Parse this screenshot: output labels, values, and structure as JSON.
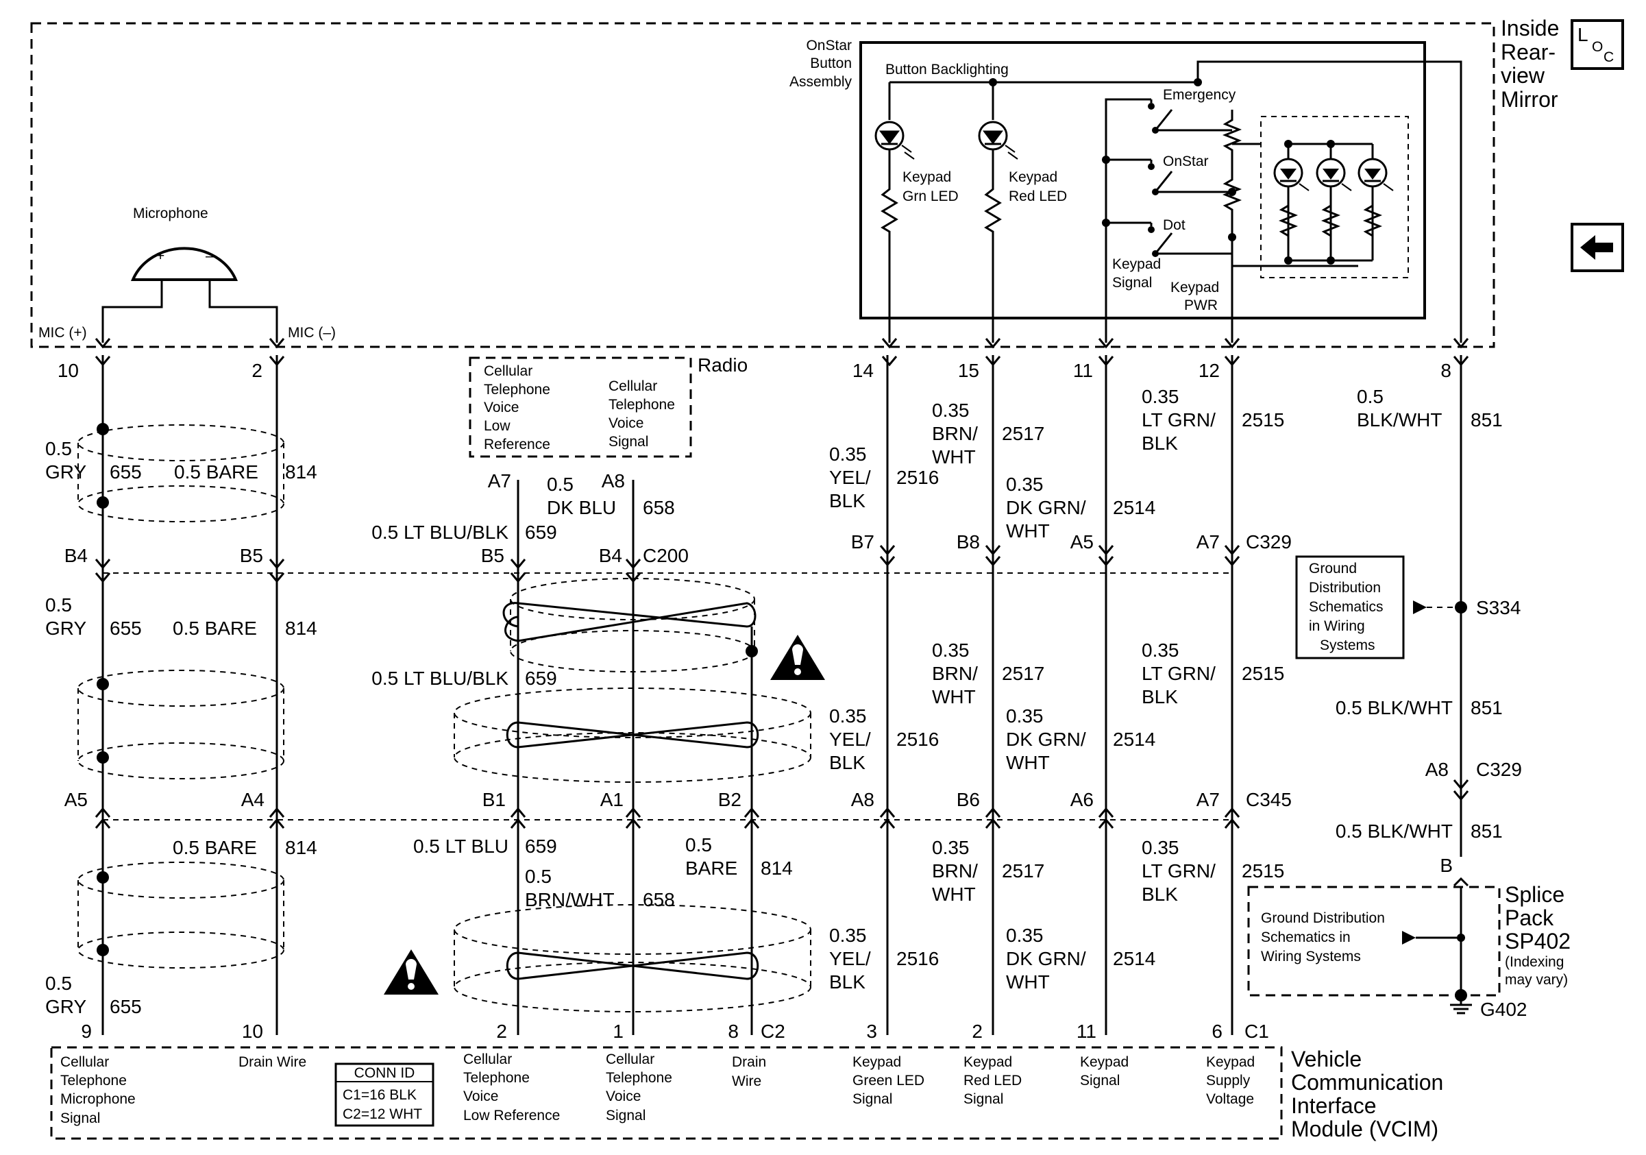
{
  "title_mirror": [
    "Inside",
    "Rear-",
    "view",
    "Mirror"
  ],
  "loc_icon": {
    "letters": [
      "L",
      "O",
      "C"
    ]
  },
  "back_icon": "arrow-left-icon",
  "mirror": {
    "onstar_assembly": [
      "OnStar",
      "Button",
      "Assembly"
    ],
    "button_backlighting": "Button Backlighting",
    "led_grn": [
      "Keypad",
      "Grn LED"
    ],
    "led_red": [
      "Keypad",
      "Red LED"
    ],
    "sw_emergency": "Emergency",
    "sw_onstar": "OnStar",
    "sw_dot": "Dot",
    "keypad_signal": [
      "Keypad",
      "Signal"
    ],
    "keypad_pwr": [
      "Keypad",
      "PWR"
    ]
  },
  "microphone": {
    "label": "Microphone",
    "plus": "+",
    "minus": "–",
    "mic_pos": "MIC (+)",
    "mic_neg": "MIC (–)"
  },
  "radio": {
    "label": "Radio",
    "left": [
      "Cellular",
      "Telephone",
      "Voice",
      "Low",
      "Reference"
    ],
    "right": [
      "Cellular",
      "Telephone",
      "Voice",
      "Signal"
    ]
  },
  "ground_dist_box": [
    "Ground",
    "Distribution",
    "Schematics",
    "in Wiring",
    "Systems"
  ],
  "splice": {
    "title": [
      "Splice",
      "Pack",
      "SP402"
    ],
    "note": [
      "(Indexing",
      "may vary)"
    ],
    "box": [
      "Ground Distribution",
      "Schematics in",
      "Wiring Systems"
    ],
    "ground": "G402"
  },
  "s334": "S334",
  "vcim": {
    "title": [
      "Vehicle",
      "Communication",
      "Interface",
      "Module (VCIM)"
    ],
    "conn_id": {
      "title": "CONN ID",
      "c1": "C1=16 BLK",
      "c2": "C2=12 WHT"
    },
    "labels": {
      "mic_signal": [
        "Cellular",
        "Telephone",
        "Microphone",
        "Signal"
      ],
      "drain1": [
        "Drain Wire"
      ],
      "voice_low": [
        "Cellular",
        "Telephone",
        "Voice",
        "Low Reference"
      ],
      "voice_sig": [
        "Cellular",
        "Telephone",
        "Voice",
        "Signal"
      ],
      "drain2": [
        "Drain",
        "Wire"
      ],
      "green_led": [
        "Keypad",
        "Green LED",
        "Signal"
      ],
      "red_led": [
        "Keypad",
        "Red LED",
        "Signal"
      ],
      "kp_signal": [
        "Keypad",
        "Signal"
      ],
      "kp_supply": [
        "Keypad",
        "Supply",
        "Voltage"
      ]
    }
  },
  "pins_top": {
    "p10": "10",
    "p2": "2",
    "p14": "14",
    "p15": "15",
    "p11": "11",
    "p12": "12",
    "p8": "8"
  },
  "radio_pins": {
    "a7": "A7",
    "a8": "A8"
  },
  "c200": {
    "b4l": "B4",
    "b5l": "B5",
    "b5": "B5",
    "b4": "B4",
    "label": "C200"
  },
  "c329": {
    "b7": "B7",
    "b8": "B8",
    "a5": "A5",
    "a7": "A7",
    "label": "C329",
    "a8": "A8",
    "label2": "C329"
  },
  "c345": {
    "a5": "A5",
    "a4": "A4",
    "b1": "B1",
    "a1": "A1",
    "b2": "B2",
    "a8": "A8",
    "b6": "B6",
    "a6": "A6",
    "a7": "A7",
    "label": "C345"
  },
  "bottom_pins": {
    "p9": "9",
    "p10": "10",
    "p2": "2",
    "p1": "1",
    "p8": "8",
    "c2": "C2",
    "p3": "3",
    "p2b": "2",
    "p11": "11",
    "p6": "6",
    "c1": "C1",
    "b": "B"
  },
  "wires": {
    "w05": "0.5",
    "gry": "GRY",
    "c655": "655",
    "bare": "0.5 BARE",
    "c814": "814",
    "ltblublk": "0.5 LT BLU/BLK",
    "c659": "659",
    "dkblu": "DK BLU",
    "c658": "658",
    "ltblu": "0.5 LT BLU",
    "brnwht_s": "BRN/WHT",
    "bare2": "BARE",
    "w035": "0.35",
    "yel": "YEL/",
    "blk": "BLK",
    "c2516": "2516",
    "brn": "BRN/",
    "wht": "WHT",
    "c2517": "2517",
    "dkgrn": "DK GRN/",
    "c2514": "2514",
    "ltgrn": "LT GRN/",
    "c2515": "2515",
    "blkwht": "BLK/WHT",
    "c851": "851",
    "blkwht_full": "0.5 BLK/WHT"
  }
}
